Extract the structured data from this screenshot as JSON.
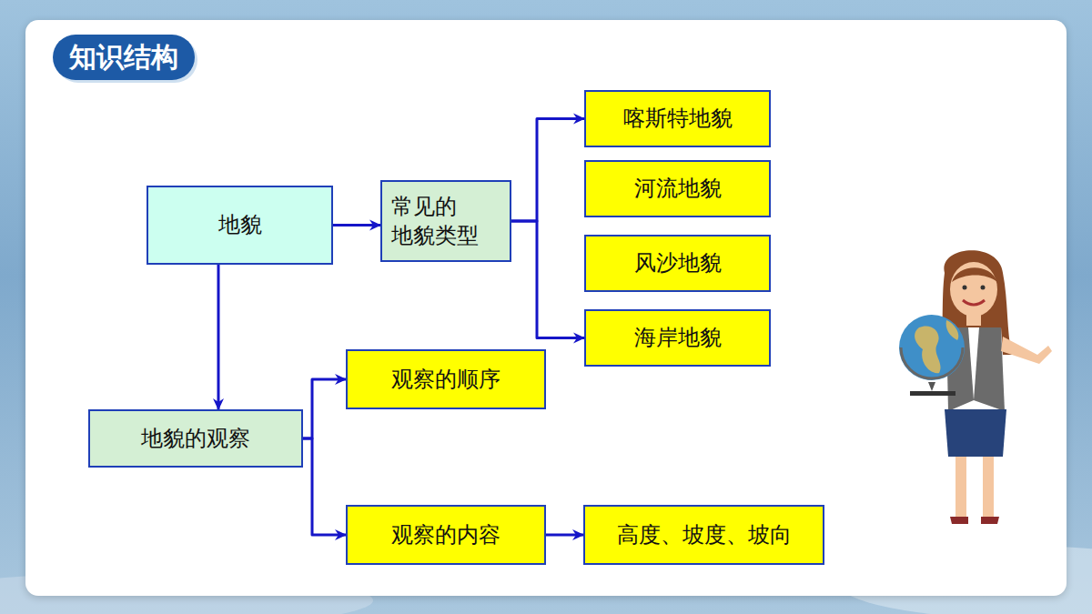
{
  "diagram": {
    "title": "知识结构",
    "nodes": [
      {
        "text": [
          "地貌"
        ]
      },
      {
        "text": [
          "常见的 地貌类型"
        ]
      },
      {
        "text": [
          "喀斯特地貌"
        ]
      },
      {
        "text": [
          "河流地貌"
        ]
      },
      {
        "text": [
          "风沙地貌"
        ]
      },
      {
        "text": [
          "海岸地貌"
        ]
      },
      {
        "text": [
          "地貌的观察"
        ]
      },
      {
        "text": [
          "观察的顺序"
        ]
      },
      {
        "text": [
          "观察的内容"
        ]
      },
      {
        "text": [
          "高度、坡度、坡向"
        ]
      }
    ],
    "edges": [
      {
        "from": 0,
        "to": 1,
        "arrow": "to"
      },
      {
        "from": 1,
        "to": 2,
        "arrow": "to"
      },
      {
        "from": 1,
        "to": 5,
        "arrow": "to"
      },
      {
        "from": 0,
        "to": 6,
        "arrow": "to"
      },
      {
        "from": 6,
        "to": 7,
        "arrow": "to"
      },
      {
        "from": 6,
        "to": 8,
        "arrow": "to"
      },
      {
        "from": 8,
        "to": 9,
        "arrow": "to"
      }
    ]
  }
}
